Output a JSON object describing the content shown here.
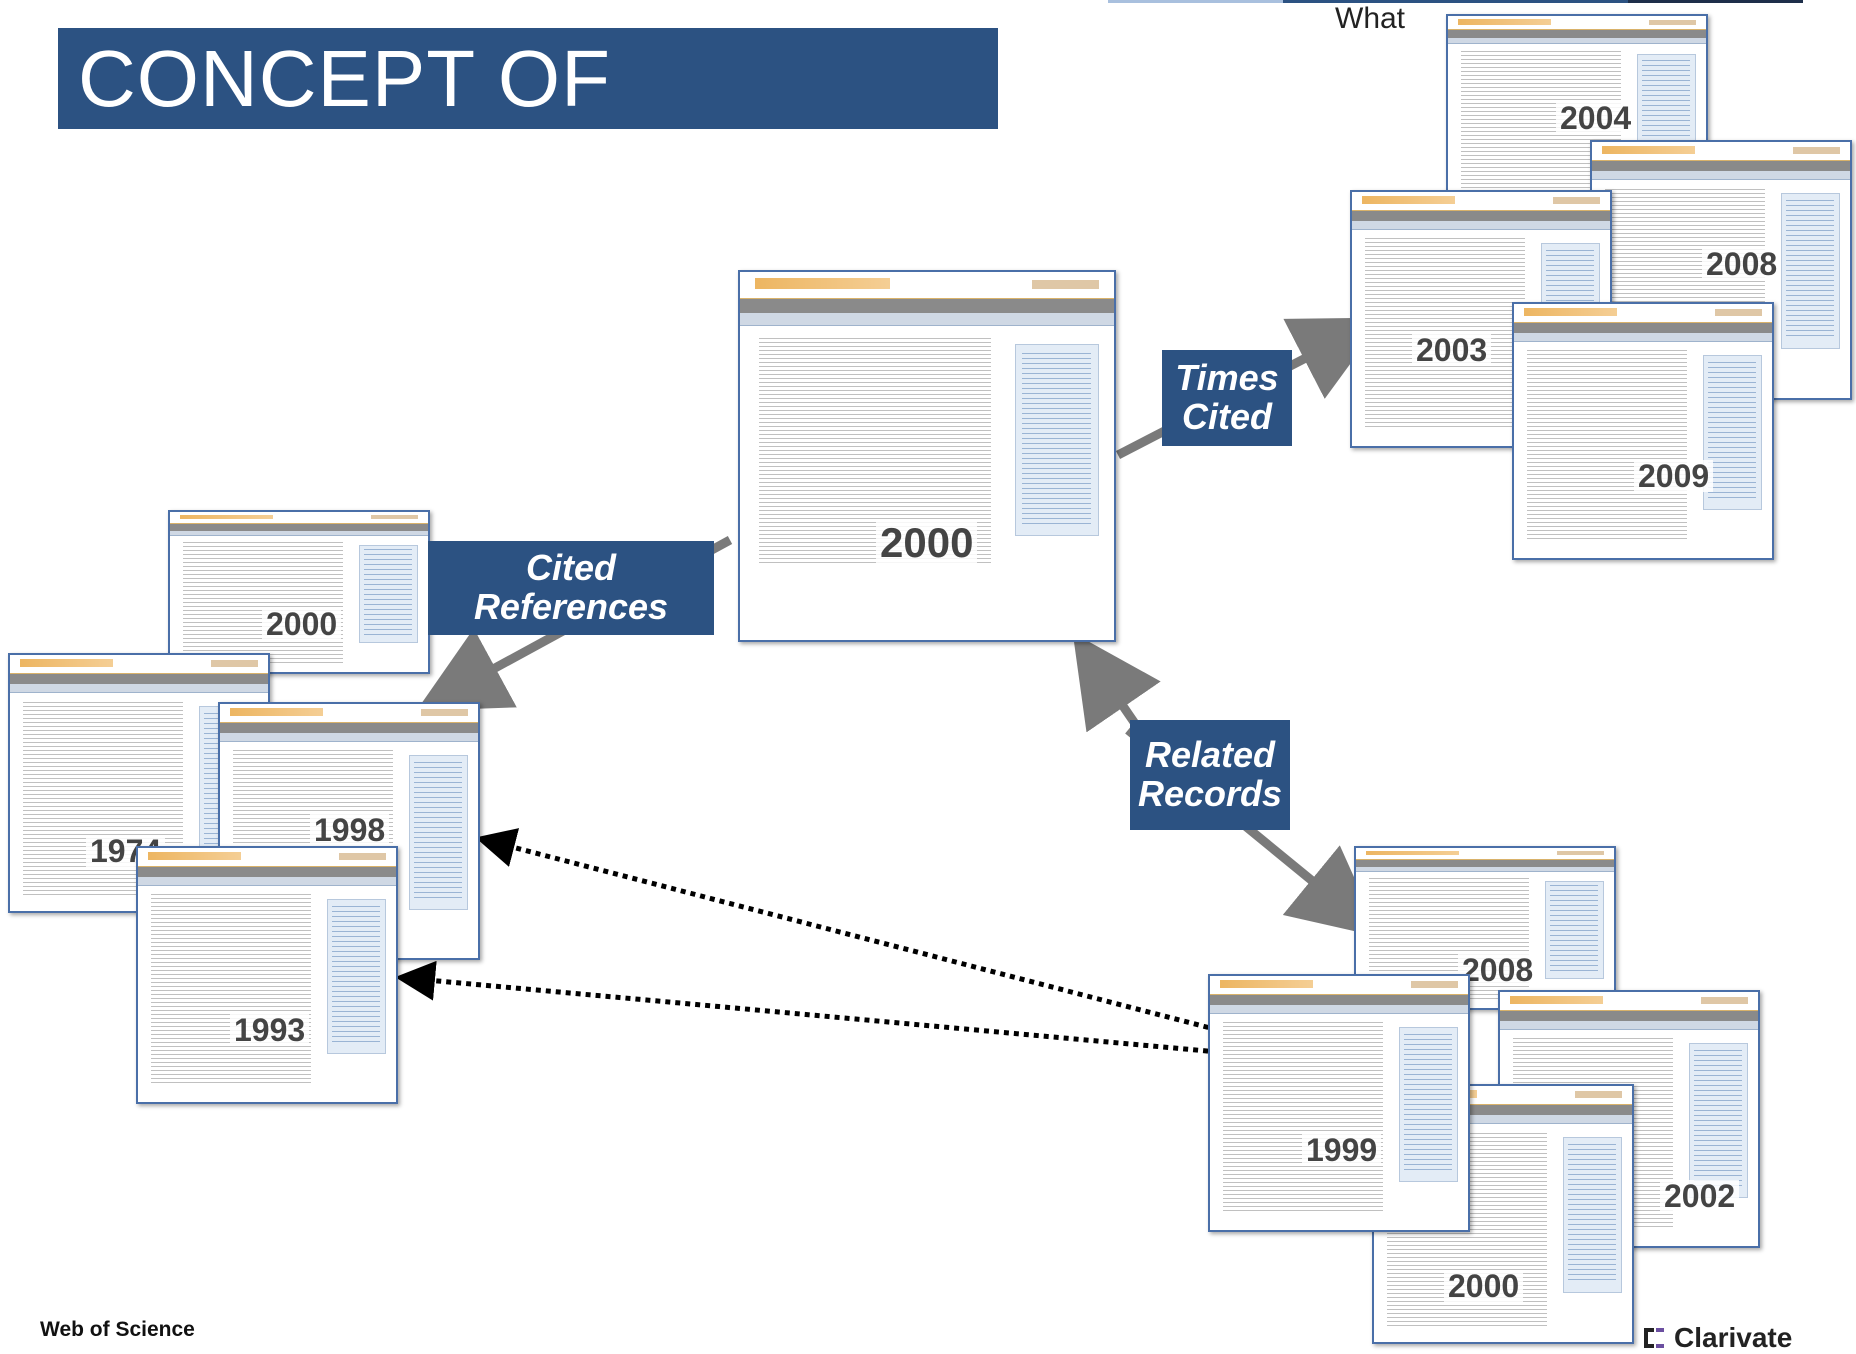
{
  "title": "CONCEPT OF CITATIONS",
  "top_fragment": "What",
  "labels": {
    "times_cited": "Times Cited",
    "cited_references": "Cited References",
    "related_records": "Related Records"
  },
  "center_record": {
    "year": "2000"
  },
  "citing_records": [
    "2004",
    "2008",
    "2003",
    "2009"
  ],
  "cited_records": [
    "2000",
    "1974",
    "1998",
    "1993"
  ],
  "related_records": [
    "2008",
    "1999",
    "2002",
    "2000"
  ],
  "footer": {
    "left": "Web of Science",
    "brand": "Clarivate"
  },
  "colors": {
    "accent": "#2c5282",
    "arrow": "#7a7a7a",
    "dotted": "#000000"
  }
}
